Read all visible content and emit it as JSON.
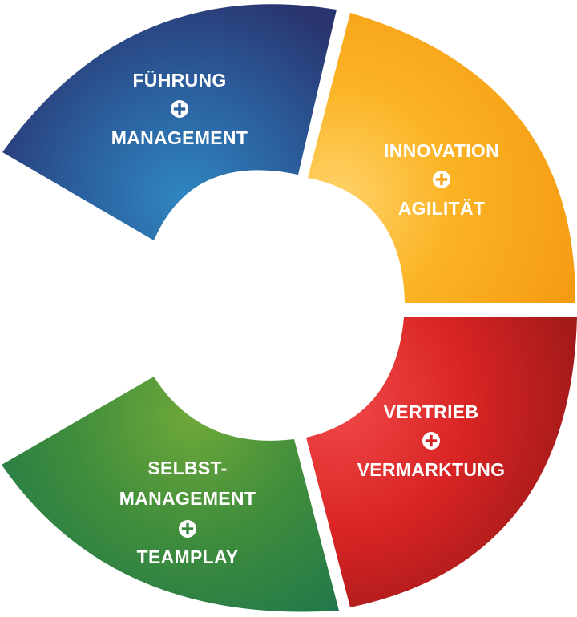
{
  "segments": [
    {
      "id": "fuehrung",
      "lines": [
        "FÜHRUNG",
        "MANAGEMENT"
      ],
      "plus_after_line": 1,
      "colors": {
        "light": "#2f86c0",
        "mid": "#2b5f9e",
        "dark": "#2a3570"
      }
    },
    {
      "id": "innovation",
      "lines": [
        "INNOVATION",
        "AGILITÄT"
      ],
      "plus_after_line": 1,
      "colors": {
        "light": "#ffd36a",
        "mid": "#fbb324",
        "dark": "#f59b12"
      }
    },
    {
      "id": "vertrieb",
      "lines": [
        "VERTRIEB",
        "VERMARKTUNG"
      ],
      "plus_after_line": 1,
      "colors": {
        "light": "#f24a4a",
        "mid": "#d92424",
        "dark": "#9a1818"
      }
    },
    {
      "id": "selbstmanagement",
      "lines": [
        "SELBST-",
        "MANAGEMENT",
        "TEAMPLAY"
      ],
      "plus_after_line": 2,
      "colors": {
        "light": "#6fa83a",
        "mid": "#3f8d3c",
        "dark": "#22784a"
      }
    }
  ]
}
